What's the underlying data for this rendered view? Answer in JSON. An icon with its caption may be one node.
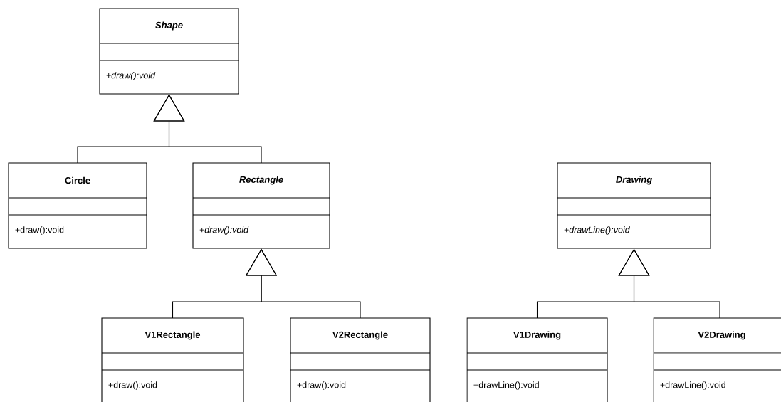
{
  "diagram": {
    "nodes": [
      {
        "text": [
          "Shape",
          "+draw():void"
        ]
      },
      {
        "text": [
          "Circle",
          "+draw():void"
        ]
      },
      {
        "text": [
          "Rectangle",
          "+draw():void"
        ]
      },
      {
        "text": [
          "Drawing",
          "+drawLine():void"
        ]
      },
      {
        "text": [
          "V1Rectangle",
          "+draw():void"
        ]
      },
      {
        "text": [
          "V2Rectangle",
          "+draw():void"
        ]
      },
      {
        "text": [
          "V1Drawing",
          "+drawLine():void"
        ]
      },
      {
        "text": [
          "V2Drawing",
          "+drawLine():void"
        ]
      }
    ],
    "edges": [
      {
        "from": 1,
        "to": 0,
        "arrow": "to"
      },
      {
        "from": 2,
        "to": 0,
        "arrow": "to"
      },
      {
        "from": 4,
        "to": 2,
        "arrow": "to"
      },
      {
        "from": 5,
        "to": 2,
        "arrow": "to"
      },
      {
        "from": 6,
        "to": 3,
        "arrow": "to"
      },
      {
        "from": 7,
        "to": 3,
        "arrow": "to"
      }
    ]
  }
}
